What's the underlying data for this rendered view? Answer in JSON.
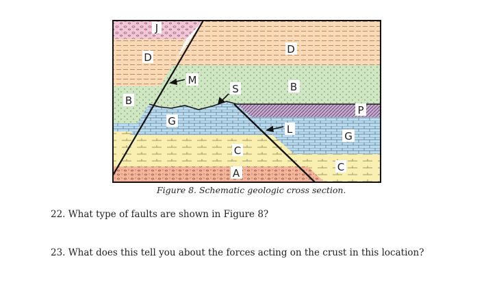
{
  "figure": {
    "caption": "Figure 8.  Schematic geologic cross section.",
    "labels": {
      "J": "J",
      "D_left": "D",
      "D_right": "D",
      "M": "M",
      "S": "S",
      "B_left": "B",
      "B_right": "B",
      "G_left": "G",
      "G_right": "G",
      "L": "L",
      "P": "P",
      "C_left": "C",
      "C_right": "C",
      "A": "A"
    },
    "colors": {
      "J": "#f2c6d7",
      "D": "#fcd9b5",
      "B": "#cfe6c2",
      "G": "#bcdcef",
      "C": "#f8efb0",
      "A": "#f4b59b",
      "P": "#c6a9cf"
    }
  },
  "questions": [
    {
      "text": "22. What type of faults are shown in Figure 8?"
    },
    {
      "text": "23. What does this tell you about the forces acting on the crust in this location?"
    }
  ]
}
